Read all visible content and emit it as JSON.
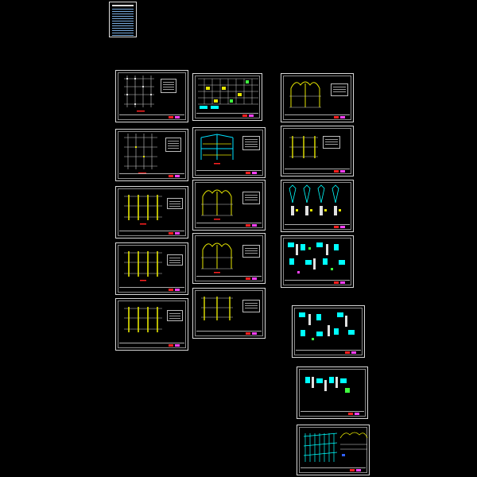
{
  "canvas": {
    "background": "#000000"
  },
  "drawing_index": {
    "title": "",
    "row_count": 13
  },
  "colors": {
    "frame": "#d8d8d8",
    "axis": "#c8c8c8",
    "column": "#e6e600",
    "beam": "#00e0ff",
    "rebar": "#ffff40",
    "detail": "#00ffff",
    "green": "#40ff40",
    "red_stamp": "#ff2020",
    "magenta": "#ff40ff",
    "blue": "#3060ff"
  },
  "sheets": [
    {
      "id": "col1-sheet1",
      "kind": "grid-plan",
      "emphasis": "white"
    },
    {
      "id": "col1-sheet2",
      "kind": "grid-plan",
      "emphasis": "white"
    },
    {
      "id": "col1-sheet3",
      "kind": "grid-plan",
      "emphasis": "yellow"
    },
    {
      "id": "col1-sheet4",
      "kind": "grid-plan",
      "emphasis": "yellow"
    },
    {
      "id": "col1-sheet5",
      "kind": "grid-plan",
      "emphasis": "yellow"
    },
    {
      "id": "col2-sheet1",
      "kind": "schedule-table",
      "emphasis": "mixed"
    },
    {
      "id": "col2-sheet2",
      "kind": "frame-plan",
      "emphasis": "cyan"
    },
    {
      "id": "col2-sheet3",
      "kind": "arch-frame",
      "emphasis": "yellow"
    },
    {
      "id": "col2-sheet4",
      "kind": "arch-frame",
      "emphasis": "yellow"
    },
    {
      "id": "col2-sheet5",
      "kind": "frame-plan",
      "emphasis": "yellow"
    },
    {
      "id": "col3-sheet1",
      "kind": "arch-frame",
      "emphasis": "yellow"
    },
    {
      "id": "col3-sheet2",
      "kind": "frame-plan",
      "emphasis": "yellow"
    },
    {
      "id": "col3-sheet3",
      "kind": "column-details",
      "emphasis": "cyan"
    },
    {
      "id": "col3-sheet4",
      "kind": "node-details",
      "emphasis": "cyan"
    },
    {
      "id": "col3-sheet5",
      "kind": "node-details",
      "emphasis": "cyan"
    },
    {
      "id": "col3-sheet6",
      "kind": "node-details",
      "emphasis": "cyan"
    },
    {
      "id": "col3-sheet7",
      "kind": "roof-section",
      "emphasis": "cyan"
    }
  ]
}
